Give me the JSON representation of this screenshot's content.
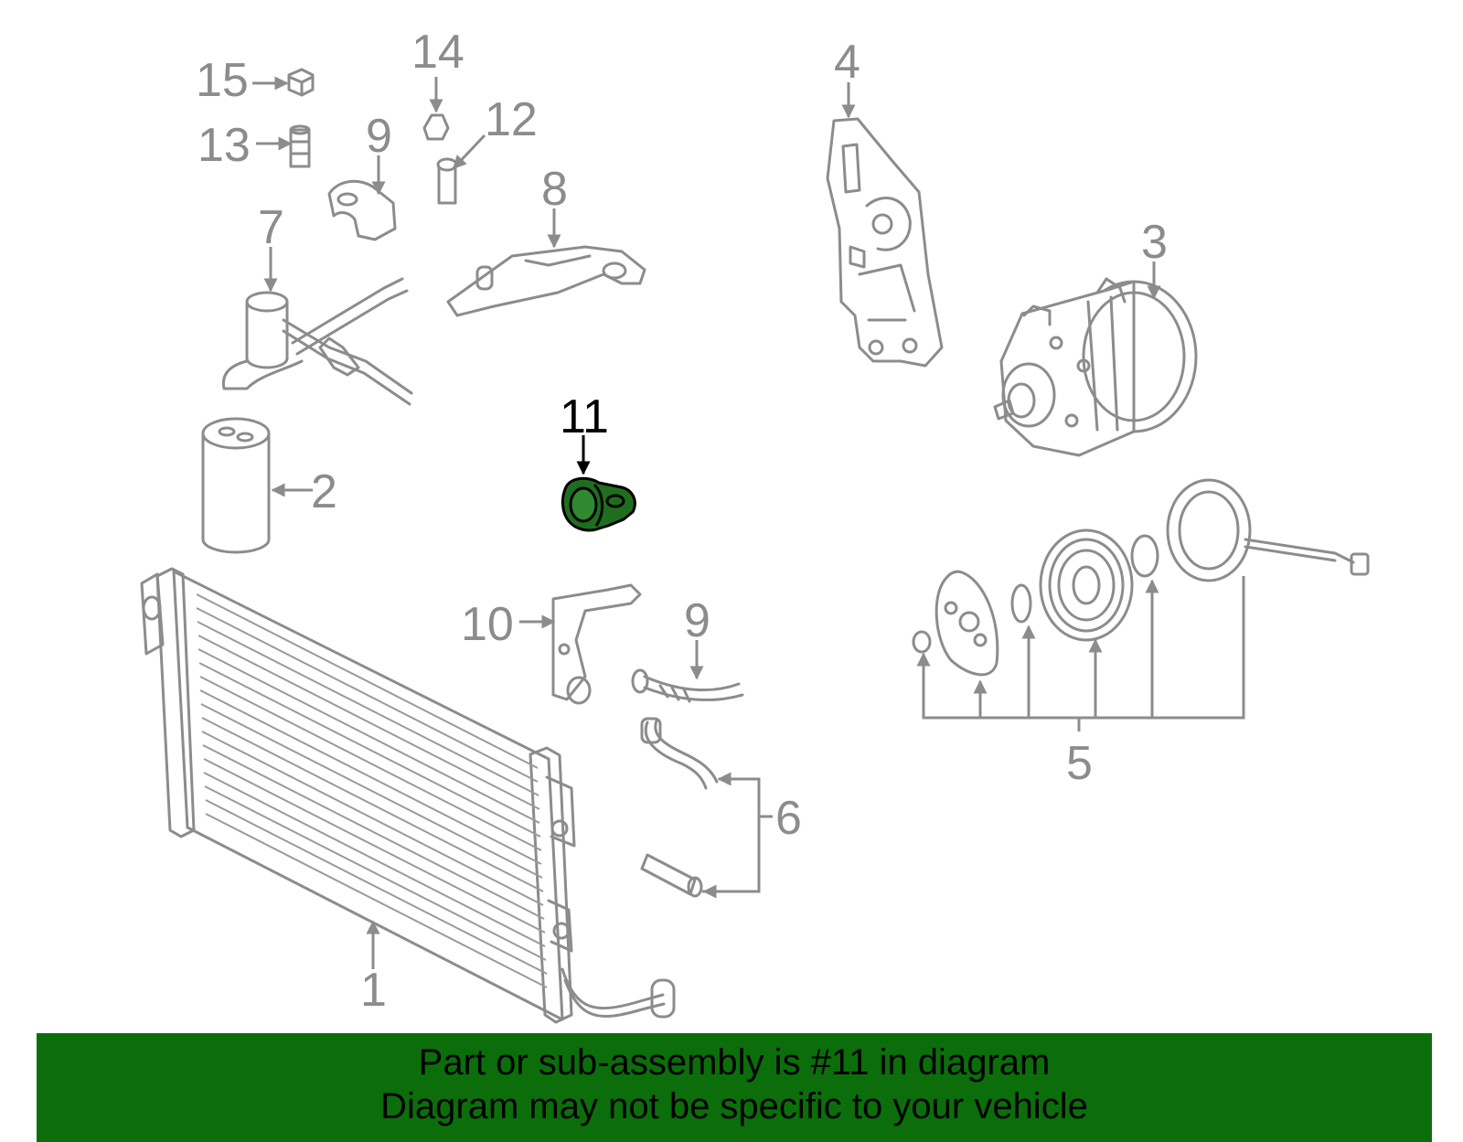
{
  "colors": {
    "part_line": "#8c8c8c",
    "highlight_fill": "#1f6e1f",
    "highlight_line": "#000000",
    "banner_bg": "#0b6e0b",
    "banner_text": "#000000"
  },
  "callouts": {
    "c1": "1",
    "c2": "2",
    "c3": "3",
    "c4": "4",
    "c5": "5",
    "c6": "6",
    "c7": "7",
    "c8": "8",
    "c9_top": "9",
    "c9_bottom": "9",
    "c10": "10",
    "c11": "11",
    "c12": "12",
    "c13": "13",
    "c14": "14",
    "c15": "15"
  },
  "banner": {
    "line1": "Part or sub-assembly is #11 in diagram",
    "line2": "Diagram may not be specific to your vehicle"
  }
}
